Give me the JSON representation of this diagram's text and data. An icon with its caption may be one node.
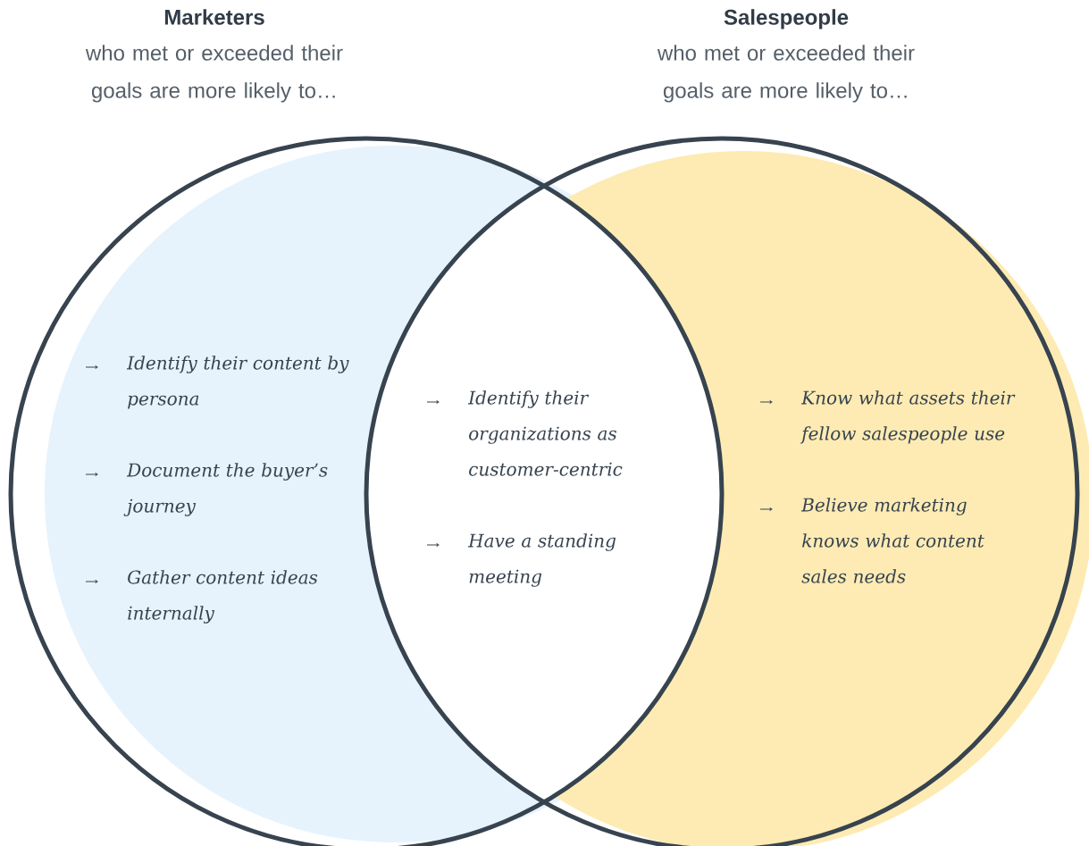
{
  "diagram": {
    "nodes": [
      {
        "text": [
          "Marketers",
          "who met or exceeded their goals are more likely to…"
        ]
      },
      {
        "text": [
          "Salespeople",
          "who met or exceeded their goals are more likely to…"
        ]
      }
    ],
    "labels": [
      "Identify their content by persona",
      "Document the buyer’s journey",
      "Gather content ideas internally",
      "Identify their organizations as customer-centric",
      "Have a standing meeting",
      "Know what assets their fellow salespeople use",
      "Believe marketing knows what content sales needs"
    ]
  }
}
